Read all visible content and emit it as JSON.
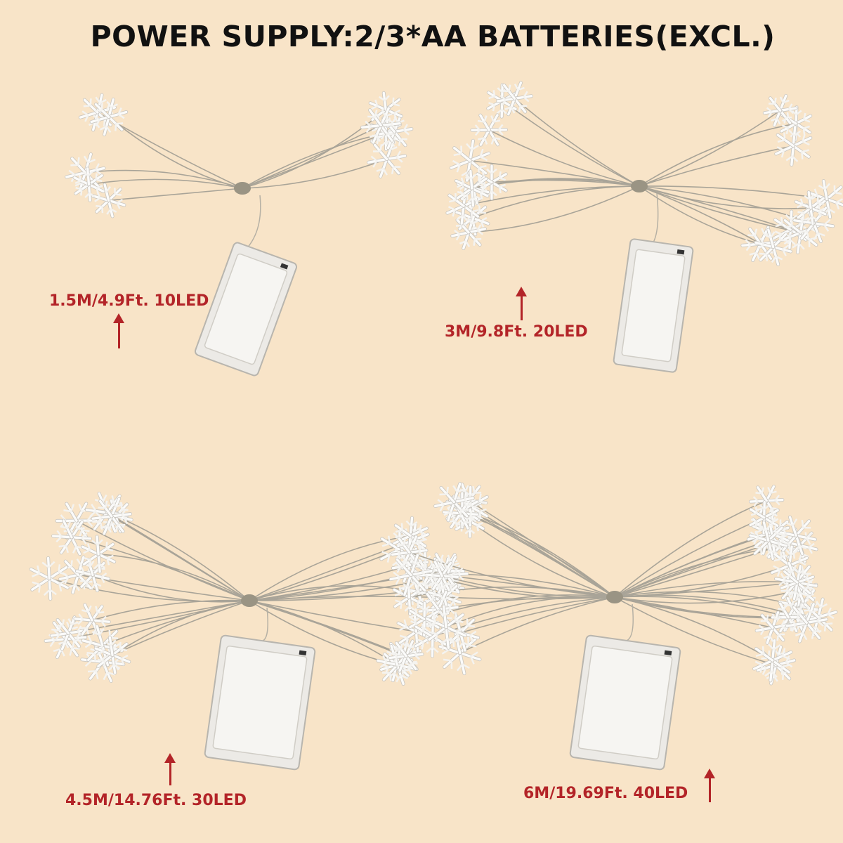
{
  "title": "POWER SUPPLY:2/3*AA BATTERIES(EXCL.)",
  "colors": {
    "background": "#F8E4C8",
    "label": "#B32428",
    "title": "#111111"
  },
  "variants": [
    {
      "label": "1.5M/4.9Ft. 10LED"
    },
    {
      "label": "3M/9.8Ft. 20LED"
    },
    {
      "label": "4.5M/14.76Ft. 30LED"
    },
    {
      "label": "6M/19.69Ft. 40LED"
    }
  ]
}
